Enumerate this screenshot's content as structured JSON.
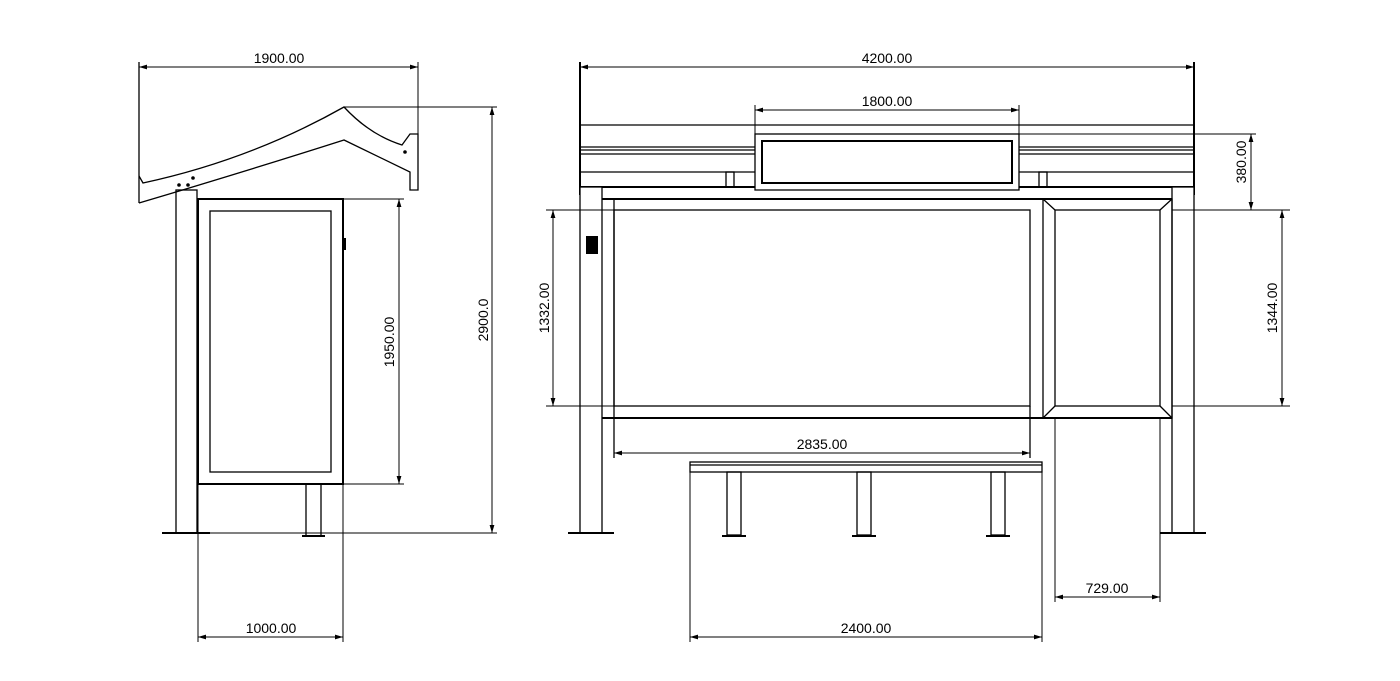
{
  "side_view": {
    "dims": {
      "roof_width": "1900.00",
      "panel_height": "1950.00",
      "total_height": "2900.0",
      "base_depth": "1000.00"
    }
  },
  "front_view": {
    "dims": {
      "total_width": "4200.00",
      "sign_width": "1800.00",
      "roof_height": "380.00",
      "left_glass_height": "1332.00",
      "right_glass_height": "1344.00",
      "glass_width": "2835.00",
      "side_panel_width": "729.00",
      "bench_width": "2400.00"
    }
  },
  "colors": {
    "line": "#000000",
    "background": "#ffffff"
  }
}
